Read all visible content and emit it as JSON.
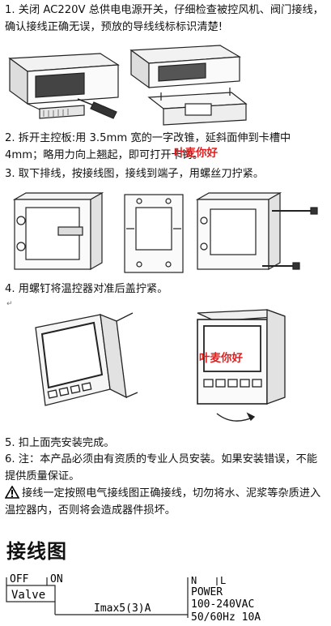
{
  "steps": [
    "1. 关闭 AC220V 总供电电源开关，仔细检查被控风机、阀门接线，确认接线正确无误，预放的导线线标标识清楚!",
    "2. 拆开主控板:用 3.5mm 宽的一字改锥，延斜面伸到卡槽中 4mm；略用力向上翘起，即可打开卡钩。",
    "3. 取下排线，按接线图，接线到端子，用螺丝刀拧紧。",
    "4. 用螺钉将温控器对准后盖拧紧。",
    "5. 扣上面壳安装完成。",
    "6. 注：本产品必须由有资质的专业人员安装。如果安装错误，不能提供质量保证。"
  ],
  "warning": "接线一定按照电气接线图正确接线，切勿将水、泥浆等杂质进入温控器内，否则将会造成器件损坏。",
  "return_mark": "↵",
  "watermark": "叶麦你好",
  "wiring": {
    "title": "接线图",
    "off_label": "OFF",
    "on_label": "ON",
    "valve_label": "Valve",
    "current_label": "Imax5(3)A",
    "n_label": "N",
    "l_label": "L",
    "power_label": "POWER",
    "voltage_label": "100-240VAC",
    "freq_label": "50/60Hz 10A"
  },
  "icons": [
    "warning-triangle-icon"
  ]
}
